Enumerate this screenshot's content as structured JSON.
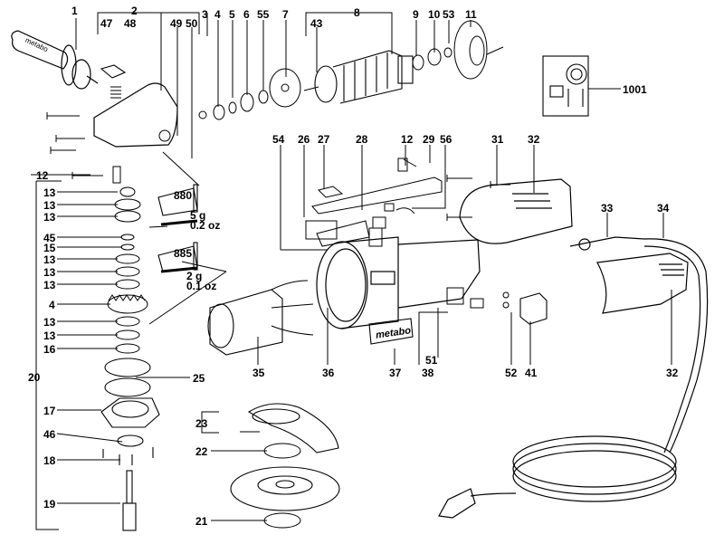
{
  "diagram": {
    "title": "Angle grinder exploded parts diagram",
    "brand_mark": "metabo",
    "labels": {
      "p1": "1",
      "p2": "2",
      "p47": "47",
      "p48": "48",
      "p49": "49",
      "p50": "50",
      "p3": "3",
      "p4a": "4",
      "p5": "5",
      "p6": "6",
      "p55": "55",
      "p7": "7",
      "p8": "8",
      "p43": "43",
      "p9": "9",
      "p10": "10",
      "p53": "53",
      "p11": "11",
      "p1001": "1001",
      "p54": "54",
      "p26": "26",
      "p27": "27",
      "p28": "28",
      "p12b": "12",
      "p29": "29",
      "p56": "56",
      "p31": "31",
      "p32a": "32",
      "p33": "33",
      "p34": "34",
      "p12a": "12",
      "p13a": "13",
      "p13b": "13",
      "p13c": "13",
      "p45": "45",
      "p15": "15",
      "p13d": "13",
      "p13e": "13",
      "p13f": "13",
      "p4b": "4",
      "p13g": "13",
      "p13h": "13",
      "p16": "16",
      "p20": "20",
      "p25": "25",
      "p17": "17",
      "p46": "46",
      "p18": "18",
      "p19": "19",
      "p23": "23",
      "p22": "22",
      "p21": "21",
      "p35": "35",
      "p36": "36",
      "p37": "37",
      "p38": "38",
      "p51": "51",
      "p52": "52",
      "p41": "41",
      "p32b": "32"
    },
    "grease": [
      {
        "code": "880",
        "amount_g": "5 g",
        "amount_oz": "0.2 oz"
      },
      {
        "code": "885",
        "amount_g": "2 g",
        "amount_oz": "0.1 oz"
      }
    ]
  }
}
